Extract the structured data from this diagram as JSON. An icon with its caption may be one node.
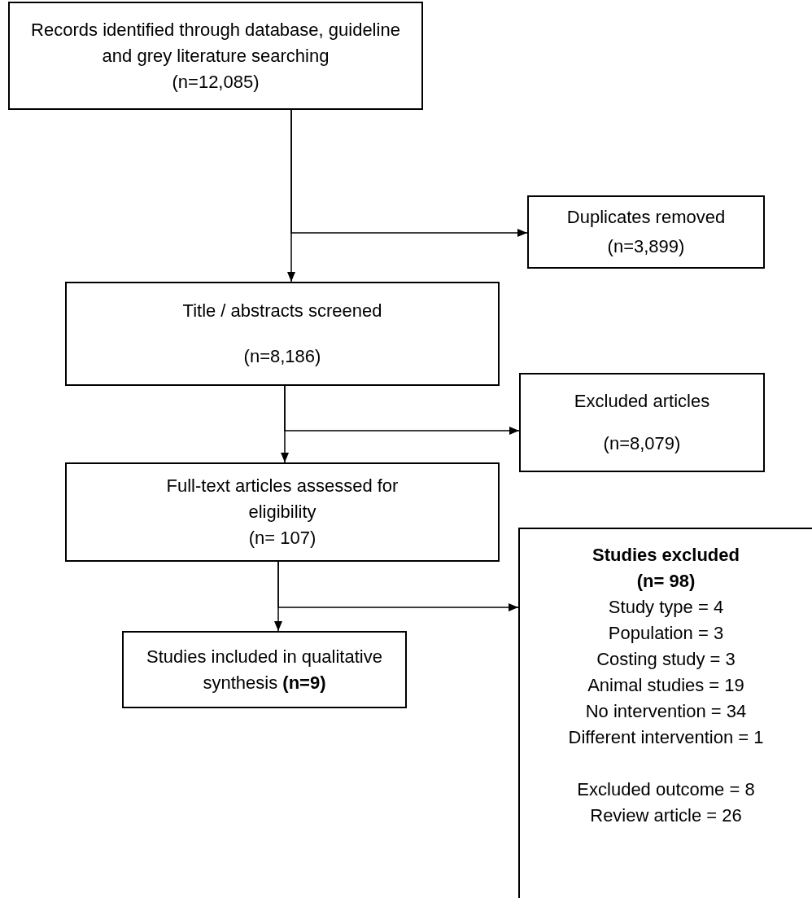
{
  "diagram": {
    "nodes": [
      {
        "text": [
          "Records identified through database, guideline and grey literature searching",
          "(n=12,085)"
        ]
      },
      {
        "text": [
          "Duplicates removed",
          "(n=3,899)"
        ]
      },
      {
        "text": [
          "Title / abstracts screened",
          "(n=8,186)"
        ]
      },
      {
        "text": [
          "Excluded articles",
          "(n=8,079)"
        ]
      },
      {
        "text": [
          "Full-text articles assessed for eligibility",
          "(n= 107)"
        ]
      },
      {
        "text": [
          "Studies excluded (n= 98)",
          "Study type = 4",
          "Population = 3",
          "Costing study = 3",
          "Animal studies = 19",
          "No intervention = 34",
          "Different intervention = 1",
          "Excluded outcome = 8",
          "Review article = 26"
        ]
      },
      {
        "text": [
          "Studies included in qualitative synthesis **(n=9)**"
        ]
      }
    ],
    "edges": [
      {
        "from": 0,
        "to": 2,
        "arrow": "to"
      },
      {
        "from": 0,
        "to": 1,
        "arrow": "to"
      },
      {
        "from": 2,
        "to": 4,
        "arrow": "to"
      },
      {
        "from": 2,
        "to": 3,
        "arrow": "to"
      },
      {
        "from": 4,
        "to": 6,
        "arrow": "to"
      },
      {
        "from": 4,
        "to": 5,
        "arrow": "to"
      }
    ]
  }
}
